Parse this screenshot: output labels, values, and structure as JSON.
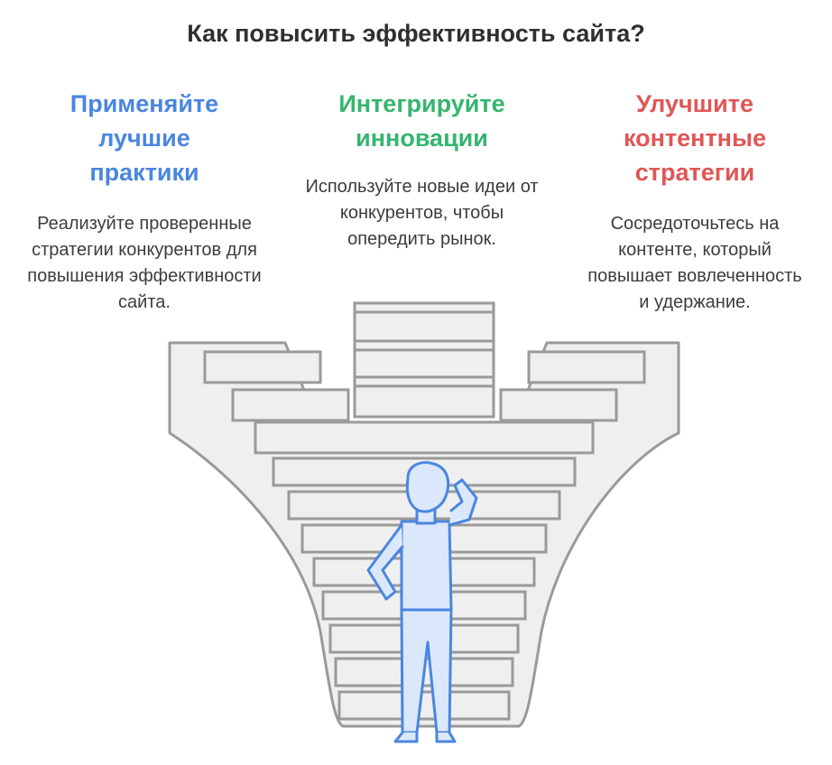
{
  "title": "Как повысить эффективность сайта?",
  "columns": [
    {
      "title": "Применяйте лучшие практики",
      "description": "Реализуйте проверенные стратегии конкурентов для повышения эффективности сайта.",
      "color": "#4a86e0"
    },
    {
      "title": "Интегрируйте инновации",
      "description": "Используйте новые идеи от конкурентов, чтобы опередить рынок.",
      "color": "#35b56f"
    },
    {
      "title": "Улучшите контентные стратегии",
      "description": "Сосредоточьтесь на контенте, который повышает вовлеченность и удержание.",
      "color": "#e05656"
    }
  ],
  "colors": {
    "stairs_fill": "#efefef",
    "stairs_stroke": "#9a9a9a",
    "person_fill": "#dbe8fb",
    "person_stroke": "#4a86e0"
  }
}
